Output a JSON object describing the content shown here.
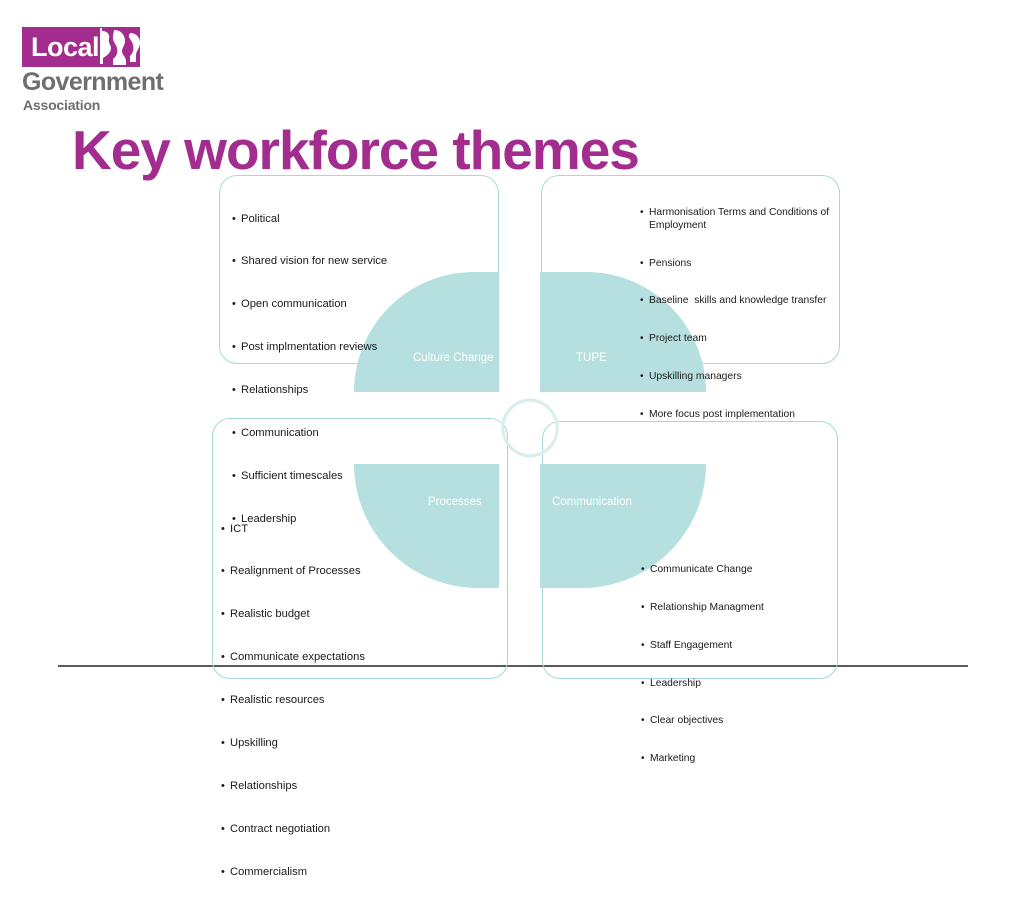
{
  "logo": {
    "word1": "Local",
    "word2": "Government",
    "word3": "Association",
    "brand_color": "#a32c8f",
    "text_color": "#6e6e6e",
    "faces_icon": "profile-faces-icon"
  },
  "title": "Key workforce themes",
  "title_color": "#a32c8f",
  "theme_color": "#b6dfdf",
  "border_color": "#a8d8d6",
  "rule_color": "#595959",
  "quadrants": [
    {
      "id": "culture-change",
      "label": "Culture Change",
      "position": "top-left"
    },
    {
      "id": "tupe",
      "label": "TUPE",
      "position": "top-right"
    },
    {
      "id": "processes",
      "label": "Processes",
      "position": "bottom-left"
    },
    {
      "id": "communication",
      "label": "Communication",
      "position": "bottom-right"
    }
  ],
  "panels": {
    "top_left": {
      "name": "culture-change-panel",
      "items": [
        "Political",
        "Shared vision for new service",
        "Open communication",
        "Post implmentation reviews",
        "Relationships",
        "Communication",
        "Sufficient timescales",
        "Leadership"
      ]
    },
    "top_right": {
      "name": "tupe-panel",
      "items": [
        "Harmonisation Terms and Conditions of Employment",
        "Pensions",
        "Baseline  skills and knowledge transfer",
        "Project team",
        "Upskilling managers",
        "More focus post implementation"
      ]
    },
    "bottom_left": {
      "name": "processes-panel",
      "items": [
        "ICT",
        "Realignment of Processes",
        "Realistic budget",
        "Communicate expectations",
        "Realistic resources",
        "Upskilling",
        "Relationships",
        "Contract negotiation",
        "Commercialism"
      ]
    },
    "bottom_right": {
      "name": "communication-panel",
      "items": [
        "Communicate Change",
        "Relationship Managment",
        "Staff Engagement",
        "Leadership",
        "Clear objectives",
        "Marketing"
      ]
    }
  }
}
